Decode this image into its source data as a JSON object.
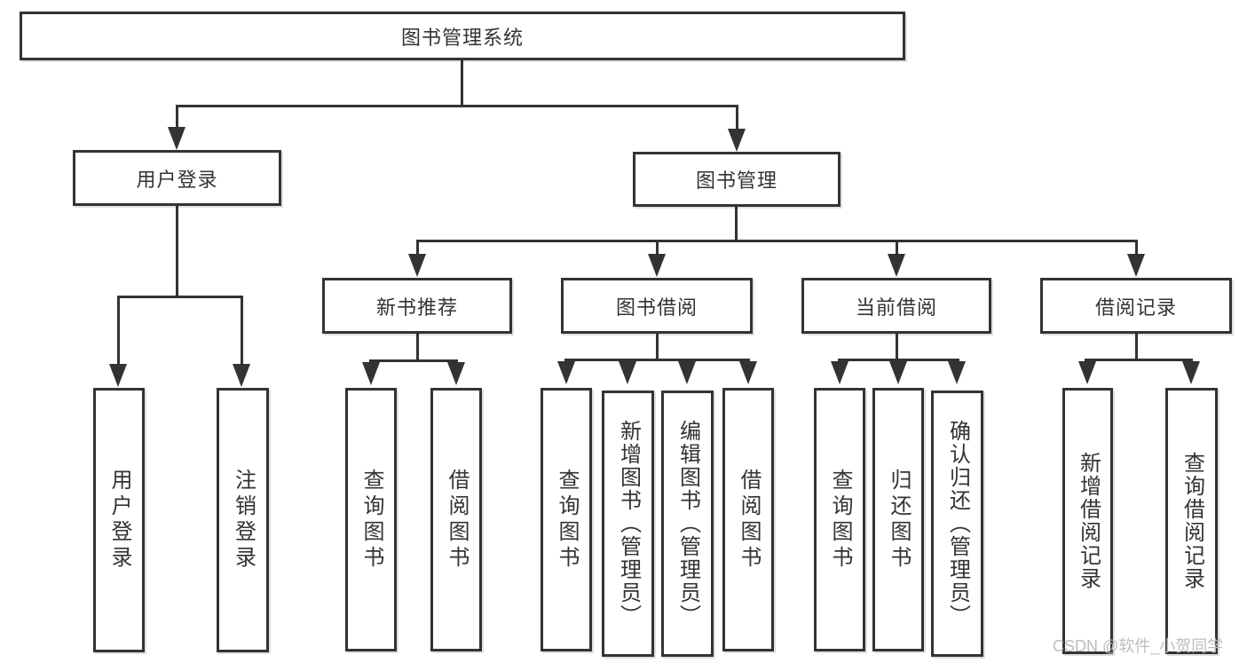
{
  "diagram": {
    "root": "图书管理系统",
    "branches": [
      {
        "label": "用户登录",
        "children": [
          "用户登录",
          "注销登录"
        ]
      },
      {
        "label": "图书管理",
        "sections": [
          {
            "label": "新书推荐",
            "children": [
              "查询图书",
              "借阅图书"
            ]
          },
          {
            "label": "图书借阅",
            "children": [
              "查询图书",
              "新增图书（管理员）",
              "编辑图书（管理员）",
              "借阅图书"
            ]
          },
          {
            "label": "当前借阅",
            "children": [
              "查询图书",
              "归还图书",
              "确认归还（管理员）"
            ]
          },
          {
            "label": "借阅记录",
            "children": [
              "新增借阅记录",
              "查询借阅记录"
            ]
          }
        ]
      }
    ]
  },
  "watermark": {
    "text": "CSDN @软件_小贺同学"
  },
  "colors": {
    "line": "#333333",
    "text": "#333333",
    "background": "#ffffff",
    "watermark": "#bdbdbd"
  }
}
